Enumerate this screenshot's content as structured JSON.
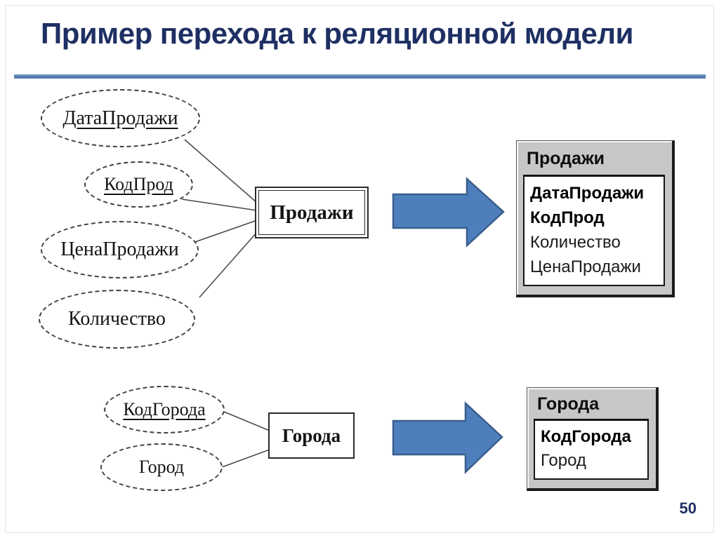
{
  "slide": {
    "title": "Пример перехода к реляционной модели",
    "page_number": "50"
  },
  "colors": {
    "title": "#1e2f63",
    "divider": "#5b84b5",
    "arrow_fill": "#4e7fbc",
    "arrow_stroke": "#3a5e8c",
    "table_chrome": "#c7c7c7",
    "line": "#474747"
  },
  "er_top": {
    "entity": "Продажи",
    "attributes": [
      {
        "label": "ДатаПродажи",
        "key": true
      },
      {
        "label": "КодПрод",
        "key": true
      },
      {
        "label": "ЦенаПродажи",
        "key": false
      },
      {
        "label": "Количество",
        "key": false
      }
    ]
  },
  "table_top": {
    "title": "Продажи",
    "fields": [
      {
        "name": "ДатаПродажи",
        "bold": true
      },
      {
        "name": "КодПрод",
        "bold": true
      },
      {
        "name": "Количество",
        "bold": false
      },
      {
        "name": "ЦенаПродажи",
        "bold": false
      }
    ]
  },
  "er_bottom": {
    "entity": "Города",
    "attributes": [
      {
        "label": "КодГорода",
        "key": true
      },
      {
        "label": "Город",
        "key": false
      }
    ]
  },
  "table_bottom": {
    "title": "Города",
    "fields": [
      {
        "name": "КодГорода",
        "bold": true
      },
      {
        "name": "Город",
        "bold": false
      }
    ]
  }
}
